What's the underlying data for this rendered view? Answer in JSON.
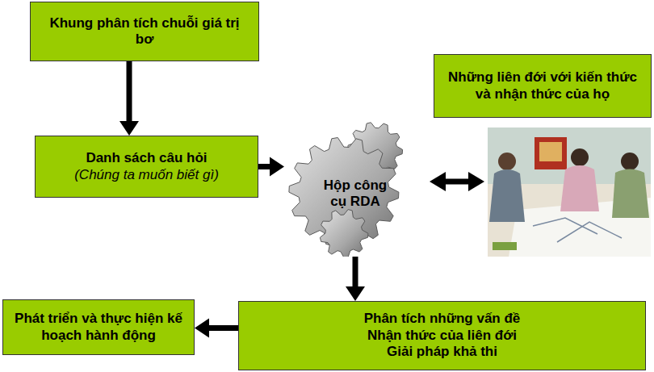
{
  "diagram": {
    "nodes": [
      {
        "text": [
          "Khung phân tích chuỗi giá trị bơ"
        ]
      },
      {
        "text": [
          "Những liên đới với kiến thức và nhận thức của họ"
        ]
      },
      {
        "text": [
          "Danh sách câu hỏi",
          "(Chúng ta muốn biết gì)"
        ]
      },
      {
        "text": [
          "Hộp công cụ RDA"
        ]
      },
      {
        "text": [
          "Phân tích những vấn đề",
          "Nhận thức của liên đới",
          "Giải pháp khả thi"
        ]
      },
      {
        "text": [
          "Phát triển và thực hiện kế hoạch hành động"
        ]
      }
    ],
    "edges": [
      {
        "from": 0,
        "to": 2,
        "arrow": "to"
      },
      {
        "from": 2,
        "to": 3,
        "arrow": "to"
      },
      {
        "from": 3,
        "to": 4,
        "arrow": "to"
      },
      {
        "from": 4,
        "to": 5,
        "arrow": "to"
      }
    ]
  }
}
